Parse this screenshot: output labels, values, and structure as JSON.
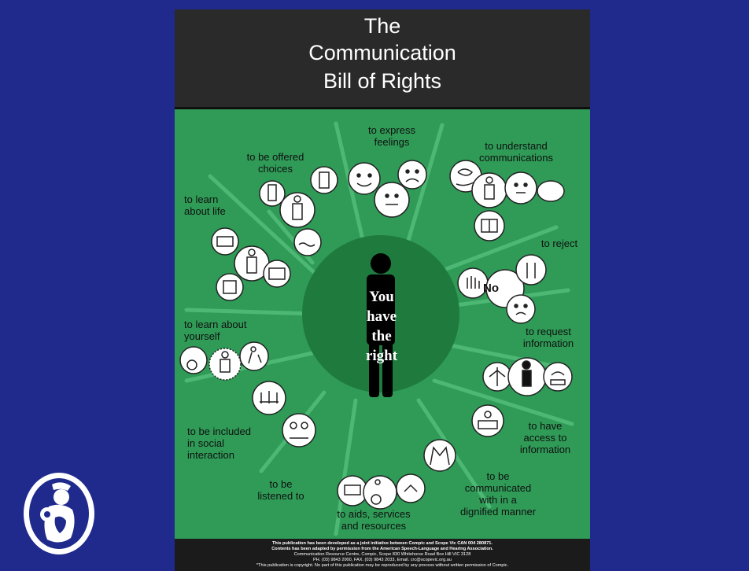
{
  "poster": {
    "title_lines": [
      "The",
      "Communication",
      "Bill of Rights"
    ],
    "center_text": "You\nhave\nthe\nright",
    "rights": [
      {
        "id": "express-feelings",
        "text": "to express\nfeelings"
      },
      {
        "id": "understand-communications",
        "text": "to understand\ncommunications"
      },
      {
        "id": "reject",
        "text": "to reject"
      },
      {
        "id": "request-information",
        "text": "to request\ninformation"
      },
      {
        "id": "access-information",
        "text": "to have\naccess to\ninformation"
      },
      {
        "id": "communicated-dignified",
        "text": "to be\ncommunicated\nwith in a\ndignified manner"
      },
      {
        "id": "aids-services",
        "text": "to aids, services\nand resources"
      },
      {
        "id": "listened-to",
        "text": "to be\nlistened to"
      },
      {
        "id": "included-social",
        "text": "to be included\nin social\ninteraction"
      },
      {
        "id": "learn-yourself",
        "text": "to learn about\nyourself"
      },
      {
        "id": "learn-life",
        "text": "to learn\nabout life"
      },
      {
        "id": "offered-choices",
        "text": "to be offered\nchoices"
      }
    ],
    "no_symbol_text": "No",
    "footer_lines": [
      "This publication has been developed as a joint initiative between Compic and Scope Vic CAN 004 280871.",
      "Contents has been adapted by permission from the American Speech-Language and Hearing Association.",
      "Communication Resource Centre, Compic, Scope 830 Whitehorse Road Box Hill VIC 3128",
      "PH. (03) 9843 2000, FAX. (03) 9843 2033, Email. crc@scopevic.org.au",
      "*This publication is copyright. No part of this publication may be reproduced by any process without written permission of Compic."
    ]
  },
  "colors": {
    "slide_background": "#1f2a8c",
    "poster_green": "#2f9b57",
    "center_circle": "#1f7a3e",
    "header_dark": "#2a2a2a"
  }
}
